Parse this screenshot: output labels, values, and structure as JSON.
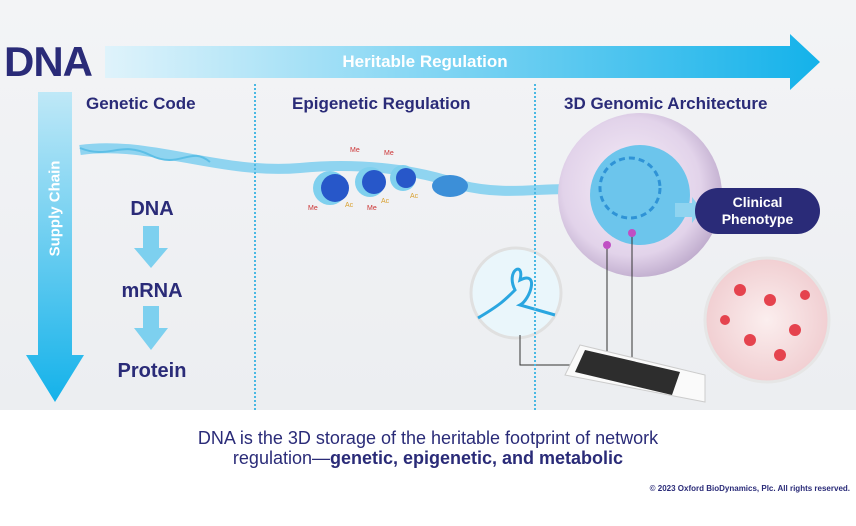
{
  "title": "DNA",
  "top_arrow": {
    "label": "Heritable Regulation"
  },
  "side_arrow": {
    "label": "Supply Chain"
  },
  "columns": [
    "Genetic Code",
    "Epigenetic Regulation",
    "3D Genomic Architecture"
  ],
  "central_dogma": [
    "DNA",
    "mRNA",
    "Protein"
  ],
  "marks": {
    "me": "Me",
    "ac": "Ac"
  },
  "clinical": {
    "line1": "Clinical",
    "line2": "Phenotype"
  },
  "caption": {
    "line1": "DNA is the 3D storage of the heritable footprint of network",
    "line2_plain": "regulation—",
    "line2_bold": "genetic, epigenetic, and metabolic"
  },
  "copyright": "© 2023 Oxford BioDynamics, Plc. All rights reserved.",
  "colors": {
    "navy": "#2a2b78",
    "cyan": "#1fb5e8"
  }
}
